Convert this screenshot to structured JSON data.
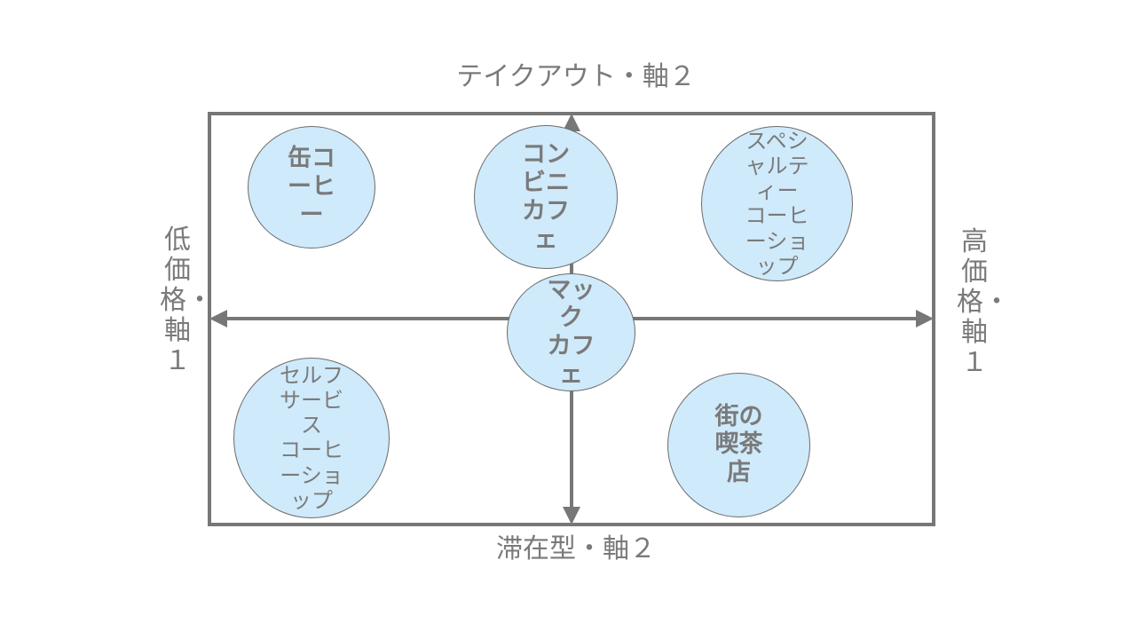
{
  "axes": {
    "top": "テイクアウト・軸２",
    "bottom": "滞在型・軸２",
    "left": "低価格・軸１",
    "right": "高価格・軸１"
  },
  "colors": {
    "frame": "#777777",
    "bubble_fill": "#cfeafb",
    "bubble_border": "#6c6c6c",
    "text": "#7a7a7a"
  },
  "bubbles": {
    "can_coffee": "缶コーヒー",
    "convenience_cafe": "コンビニ\nカフェ",
    "specialty_coffee_shop": "スペシャルティー\nコーヒーショップ",
    "mccafe": "マック\nカフェ",
    "self_service_coffee_shop": "セルフサービス\nコーヒーショップ",
    "town_kissaten": "街の\n喫茶店"
  }
}
